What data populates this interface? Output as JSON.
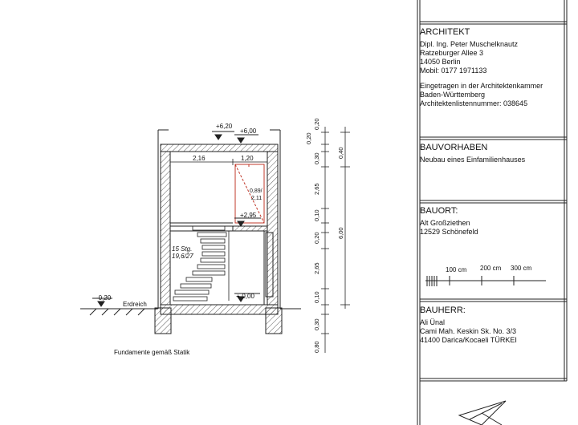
{
  "architect": {
    "heading": "ARCHITEKT",
    "lines": [
      "Dipl. Ing. Peter Muschelknautz",
      "Ratzeburger Allee 3",
      "14050 Berlin",
      "Mobil: 0177 1971133"
    ],
    "chamber": [
      "Eingetragen in der Architektenkammer",
      "Baden-Württemberg",
      "Architektenlistennummer: 038645"
    ]
  },
  "project": {
    "heading": "BAUVORHABEN",
    "text": "Neubau eines Einfamilienhauses"
  },
  "location": {
    "heading": "BAUORT:",
    "lines": [
      "Alt Großziethen",
      "12529 Schönefeld"
    ]
  },
  "scale": {
    "labels": [
      "100 cm",
      "200 cm",
      "300 cm"
    ]
  },
  "client": {
    "heading": "BAUHERR:",
    "lines": [
      "Ali Ünal",
      "Cami Mah. Keskin Sk. No. 3/3",
      "41400 Darica/Kocaeli TÜRKEI"
    ]
  },
  "drawing": {
    "levels": {
      "top_a": "+6,20",
      "top_b": "+6,00",
      "mid": "+2,95",
      "ground": "+-0,00",
      "outside": "-0,20"
    },
    "dims_top": [
      "2,16",
      "1,20"
    ],
    "window_label": [
      "0,89/",
      "2,11"
    ],
    "stair_label": [
      "15 Stg.",
      "19,6/27"
    ],
    "terrain": "Erdreich",
    "foundation_note": "Fundamente gemäß Statik",
    "vert_dims": [
      "0,20",
      "0,20",
      "0,30",
      "2,65",
      "0,10",
      "0,20",
      "2,65",
      "0,10",
      "0,30",
      "0,80"
    ],
    "vert_dims_outer": [
      "0,40",
      "6,00"
    ]
  }
}
